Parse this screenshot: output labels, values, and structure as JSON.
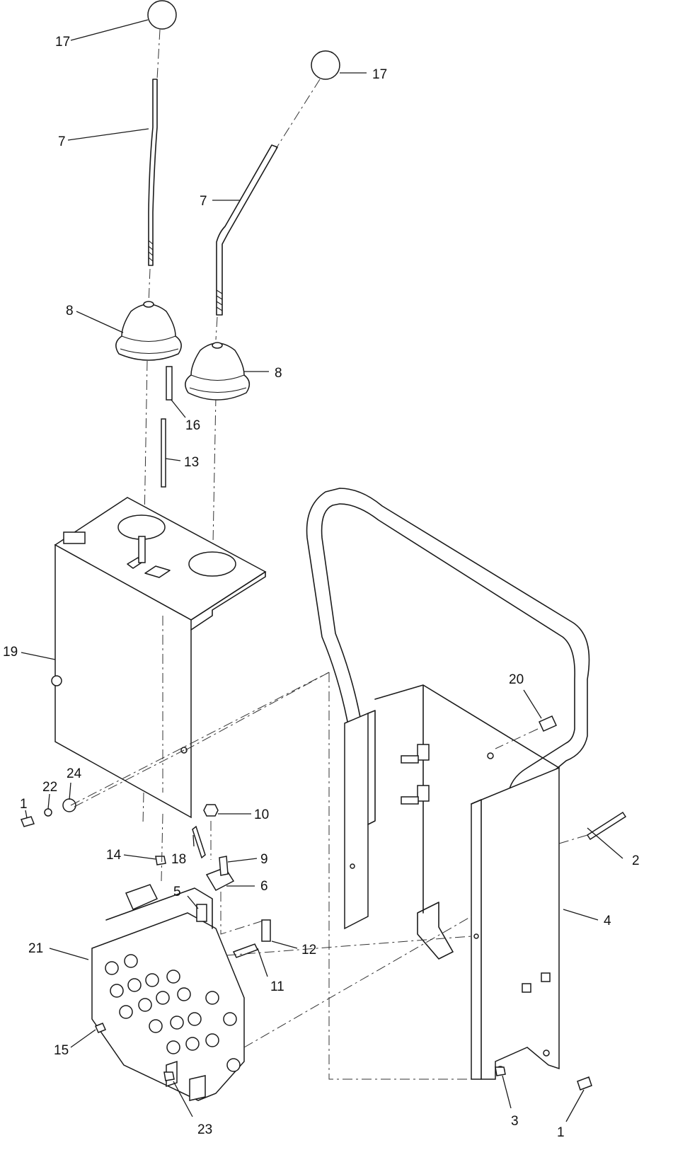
{
  "diagram": {
    "callouts": [
      {
        "id": "c-17a",
        "label": "17"
      },
      {
        "id": "c-17b",
        "label": "17"
      },
      {
        "id": "c-7a",
        "label": "7"
      },
      {
        "id": "c-7b",
        "label": "7"
      },
      {
        "id": "c-8a",
        "label": "8"
      },
      {
        "id": "c-8b",
        "label": "8"
      },
      {
        "id": "c-16",
        "label": "16"
      },
      {
        "id": "c-13",
        "label": "13"
      },
      {
        "id": "c-19",
        "label": "19"
      },
      {
        "id": "c-20",
        "label": "20"
      },
      {
        "id": "c-24",
        "label": "24"
      },
      {
        "id": "c-22",
        "label": "22"
      },
      {
        "id": "c-1a",
        "label": "1"
      },
      {
        "id": "c-10",
        "label": "10"
      },
      {
        "id": "c-14",
        "label": "14"
      },
      {
        "id": "c-18",
        "label": "18"
      },
      {
        "id": "c-9",
        "label": "9"
      },
      {
        "id": "c-5",
        "label": "5"
      },
      {
        "id": "c-6",
        "label": "6"
      },
      {
        "id": "c-2",
        "label": "2"
      },
      {
        "id": "c-4",
        "label": "4"
      },
      {
        "id": "c-21",
        "label": "21"
      },
      {
        "id": "c-12",
        "label": "12"
      },
      {
        "id": "c-11",
        "label": "11"
      },
      {
        "id": "c-15",
        "label": "15"
      },
      {
        "id": "c-3",
        "label": "3"
      },
      {
        "id": "c-1b",
        "label": "1"
      },
      {
        "id": "c-23",
        "label": "23"
      }
    ]
  }
}
